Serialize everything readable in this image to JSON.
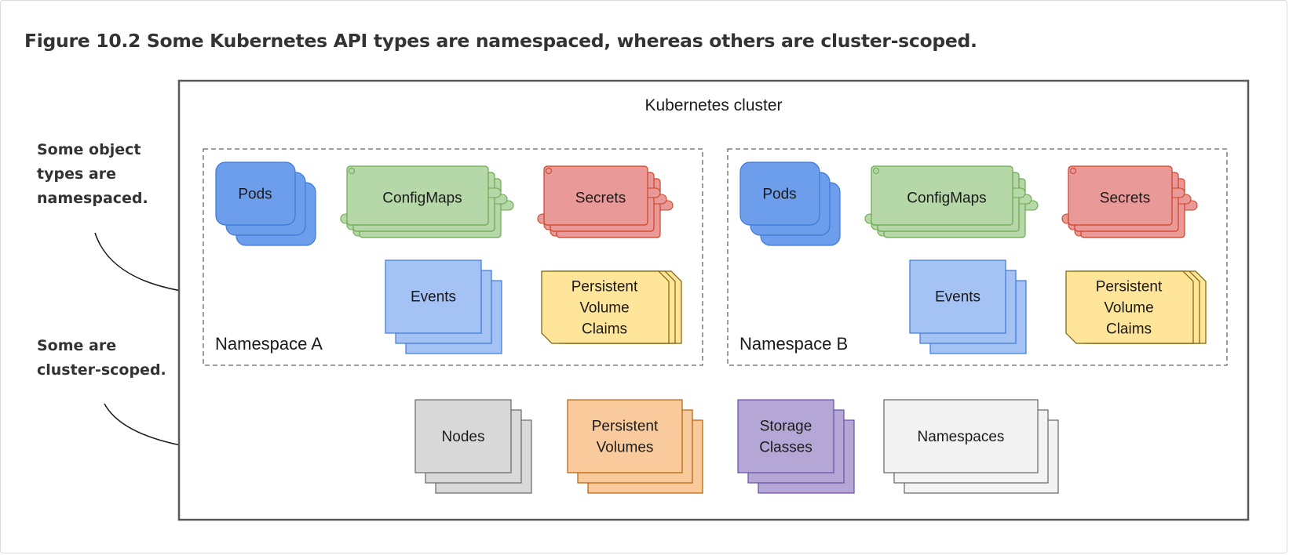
{
  "figure": {
    "title": "Figure 10.2 Some Kubernetes API types are namespaced, whereas others are cluster-scoped."
  },
  "annotations": {
    "namespaced": [
      "Some object",
      "types are",
      "namespaced."
    ],
    "cluster_scoped": [
      "Some are",
      "cluster-scoped."
    ]
  },
  "cluster": {
    "label": "Kubernetes cluster",
    "namespaces": [
      {
        "label": "Namespace A",
        "objects": {
          "pods": [
            "Pods"
          ],
          "configmaps": [
            "ConfigMaps"
          ],
          "secrets": [
            "Secrets"
          ],
          "events": [
            "Events"
          ],
          "pvcs": [
            "Persistent",
            "Volume",
            "Claims"
          ]
        }
      },
      {
        "label": "Namespace B",
        "objects": {
          "pods": [
            "Pods"
          ],
          "configmaps": [
            "ConfigMaps"
          ],
          "secrets": [
            "Secrets"
          ],
          "events": [
            "Events"
          ],
          "pvcs": [
            "Persistent",
            "Volume",
            "Claims"
          ]
        }
      }
    ],
    "cluster_scoped": [
      {
        "key": "nodes",
        "label": [
          "Nodes"
        ]
      },
      {
        "key": "persistent-volumes",
        "label": [
          "Persistent",
          "Volumes"
        ]
      },
      {
        "key": "storage-classes",
        "label": [
          "Storage",
          "Classes"
        ]
      },
      {
        "key": "namespaces",
        "label": [
          "Namespaces"
        ]
      }
    ]
  },
  "colors": {
    "pods": "#6d9eeb",
    "configmaps": "#b6d7a8",
    "secrets": "#ea9999",
    "events": "#a4c2f4",
    "pvcs": "#ffe599",
    "nodes": "#d9d9d9",
    "persistent-volumes": "#f9cb9c",
    "storage-classes": "#b4a7d6",
    "namespaces": "#f3f3f3"
  }
}
